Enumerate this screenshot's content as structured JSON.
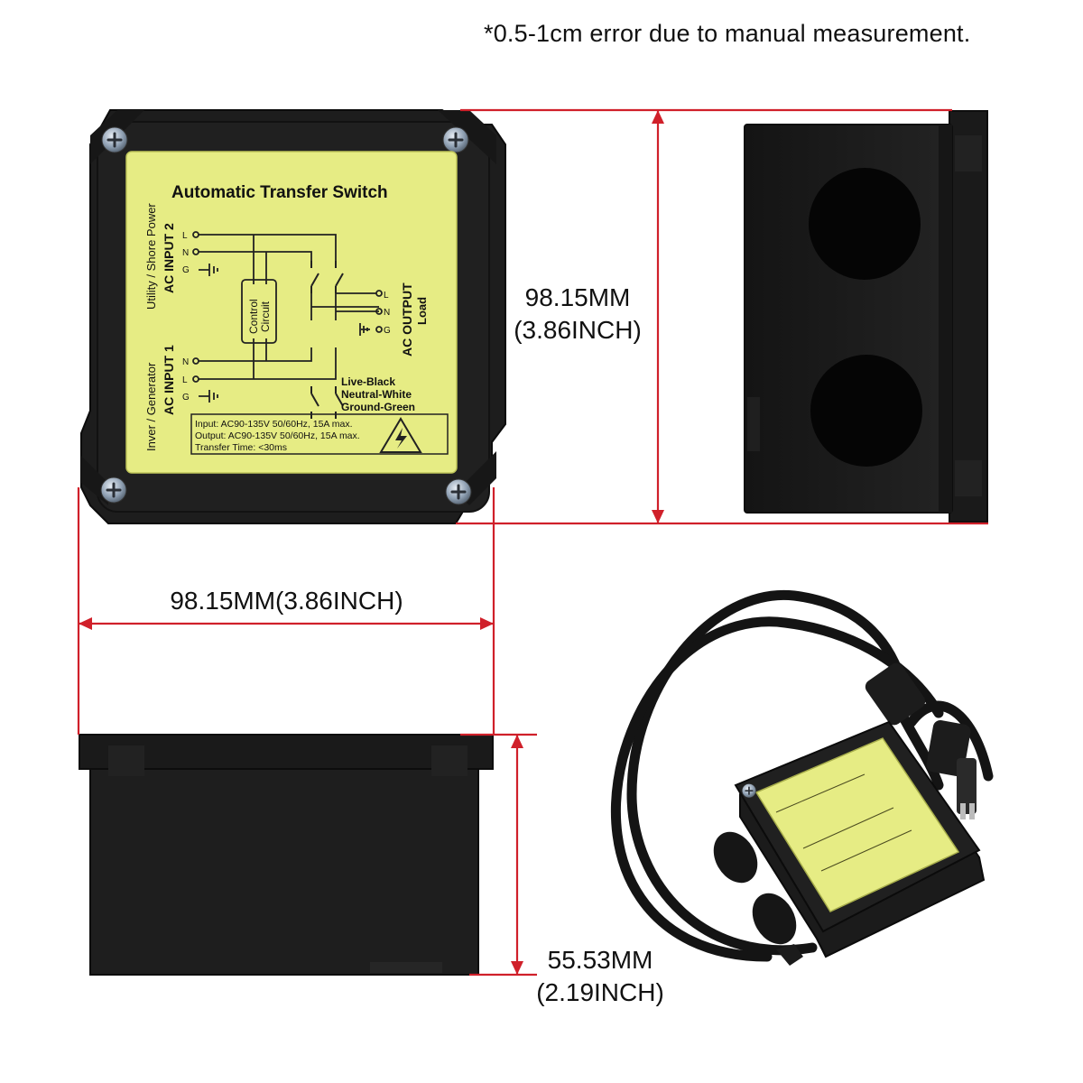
{
  "note": "*0.5-1cm error due to manual measurement.",
  "dimensions": {
    "height": {
      "mm": "98.15MM",
      "inch": "(3.86INCH)"
    },
    "width": "98.15MM(3.86INCH)",
    "depth": {
      "mm": "55.53MM",
      "inch": "(2.19INCH)"
    }
  },
  "label": {
    "title": "Automatic Transfer Switch",
    "input2_name": "AC INPUT 2",
    "input2_source": "Utility / Shore Power",
    "input1_name": "AC INPUT 1",
    "input1_source": "Inver / Generator",
    "output_name": "AC OUTPUT",
    "output_load": "Load",
    "control_line1": "Control",
    "control_line2": "Circuit",
    "terminal_l": "L",
    "terminal_n": "N",
    "terminal_g": "G",
    "wire_live": "Live-Black",
    "wire_neutral": "Neutral-White",
    "wire_ground": "Ground-Green",
    "spec_input": "Input: AC90-135V 50/60Hz, 15A max.",
    "spec_output": "Output: AC90-135V 50/60Hz, 15A max.",
    "spec_transfer": "Transfer Time: <30ms"
  },
  "colors": {
    "dimension_line": "#d0202a",
    "enclosure": "#1b1b1b",
    "label_background": "#e6ec84",
    "label_ink": "#222222"
  },
  "icons": [
    "screw-icon",
    "high-voltage-warning-icon"
  ]
}
